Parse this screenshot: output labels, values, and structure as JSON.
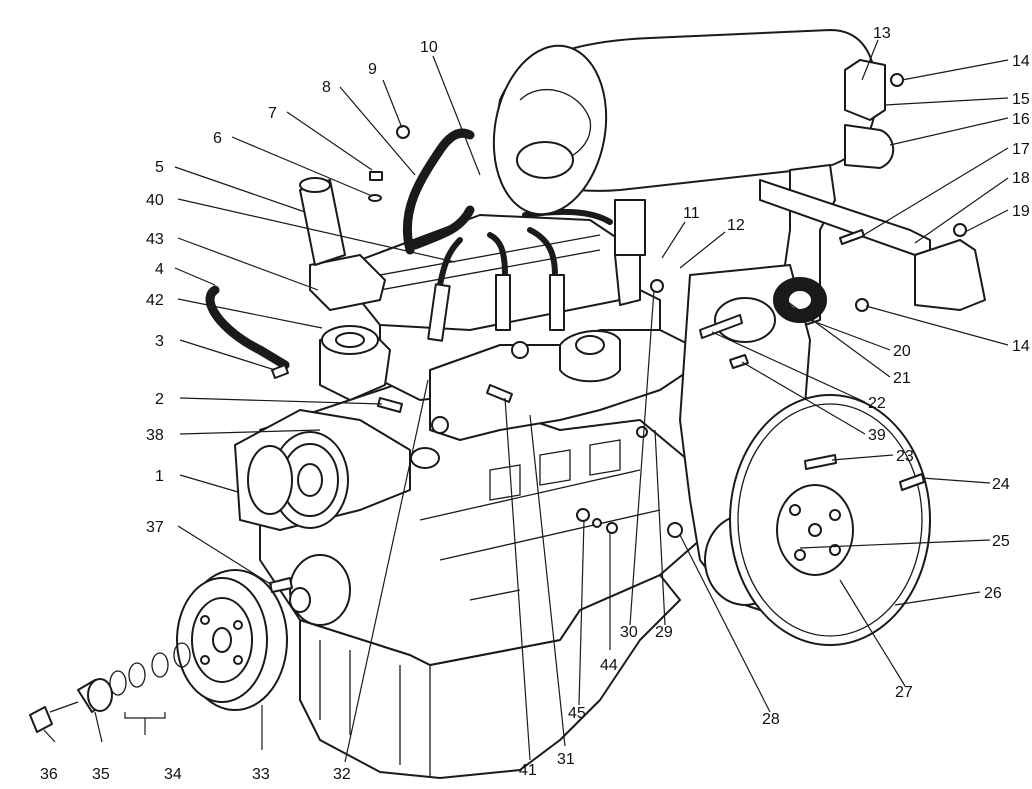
{
  "callouts": [
    "1",
    "2",
    "3",
    "4",
    "5",
    "6",
    "7",
    "8",
    "9",
    "10",
    "11",
    "12",
    "13",
    "14",
    "15",
    "16",
    "17",
    "18",
    "19",
    "20",
    "21",
    "22",
    "23",
    "24",
    "25",
    "26",
    "27",
    "28",
    "29",
    "30",
    "31",
    "32",
    "33",
    "34",
    "35",
    "36",
    "37",
    "38",
    "39",
    "40",
    "41",
    "42",
    "43",
    "44",
    "45"
  ],
  "colors": {
    "line": "#1a1a1a",
    "background": "#ffffff"
  }
}
